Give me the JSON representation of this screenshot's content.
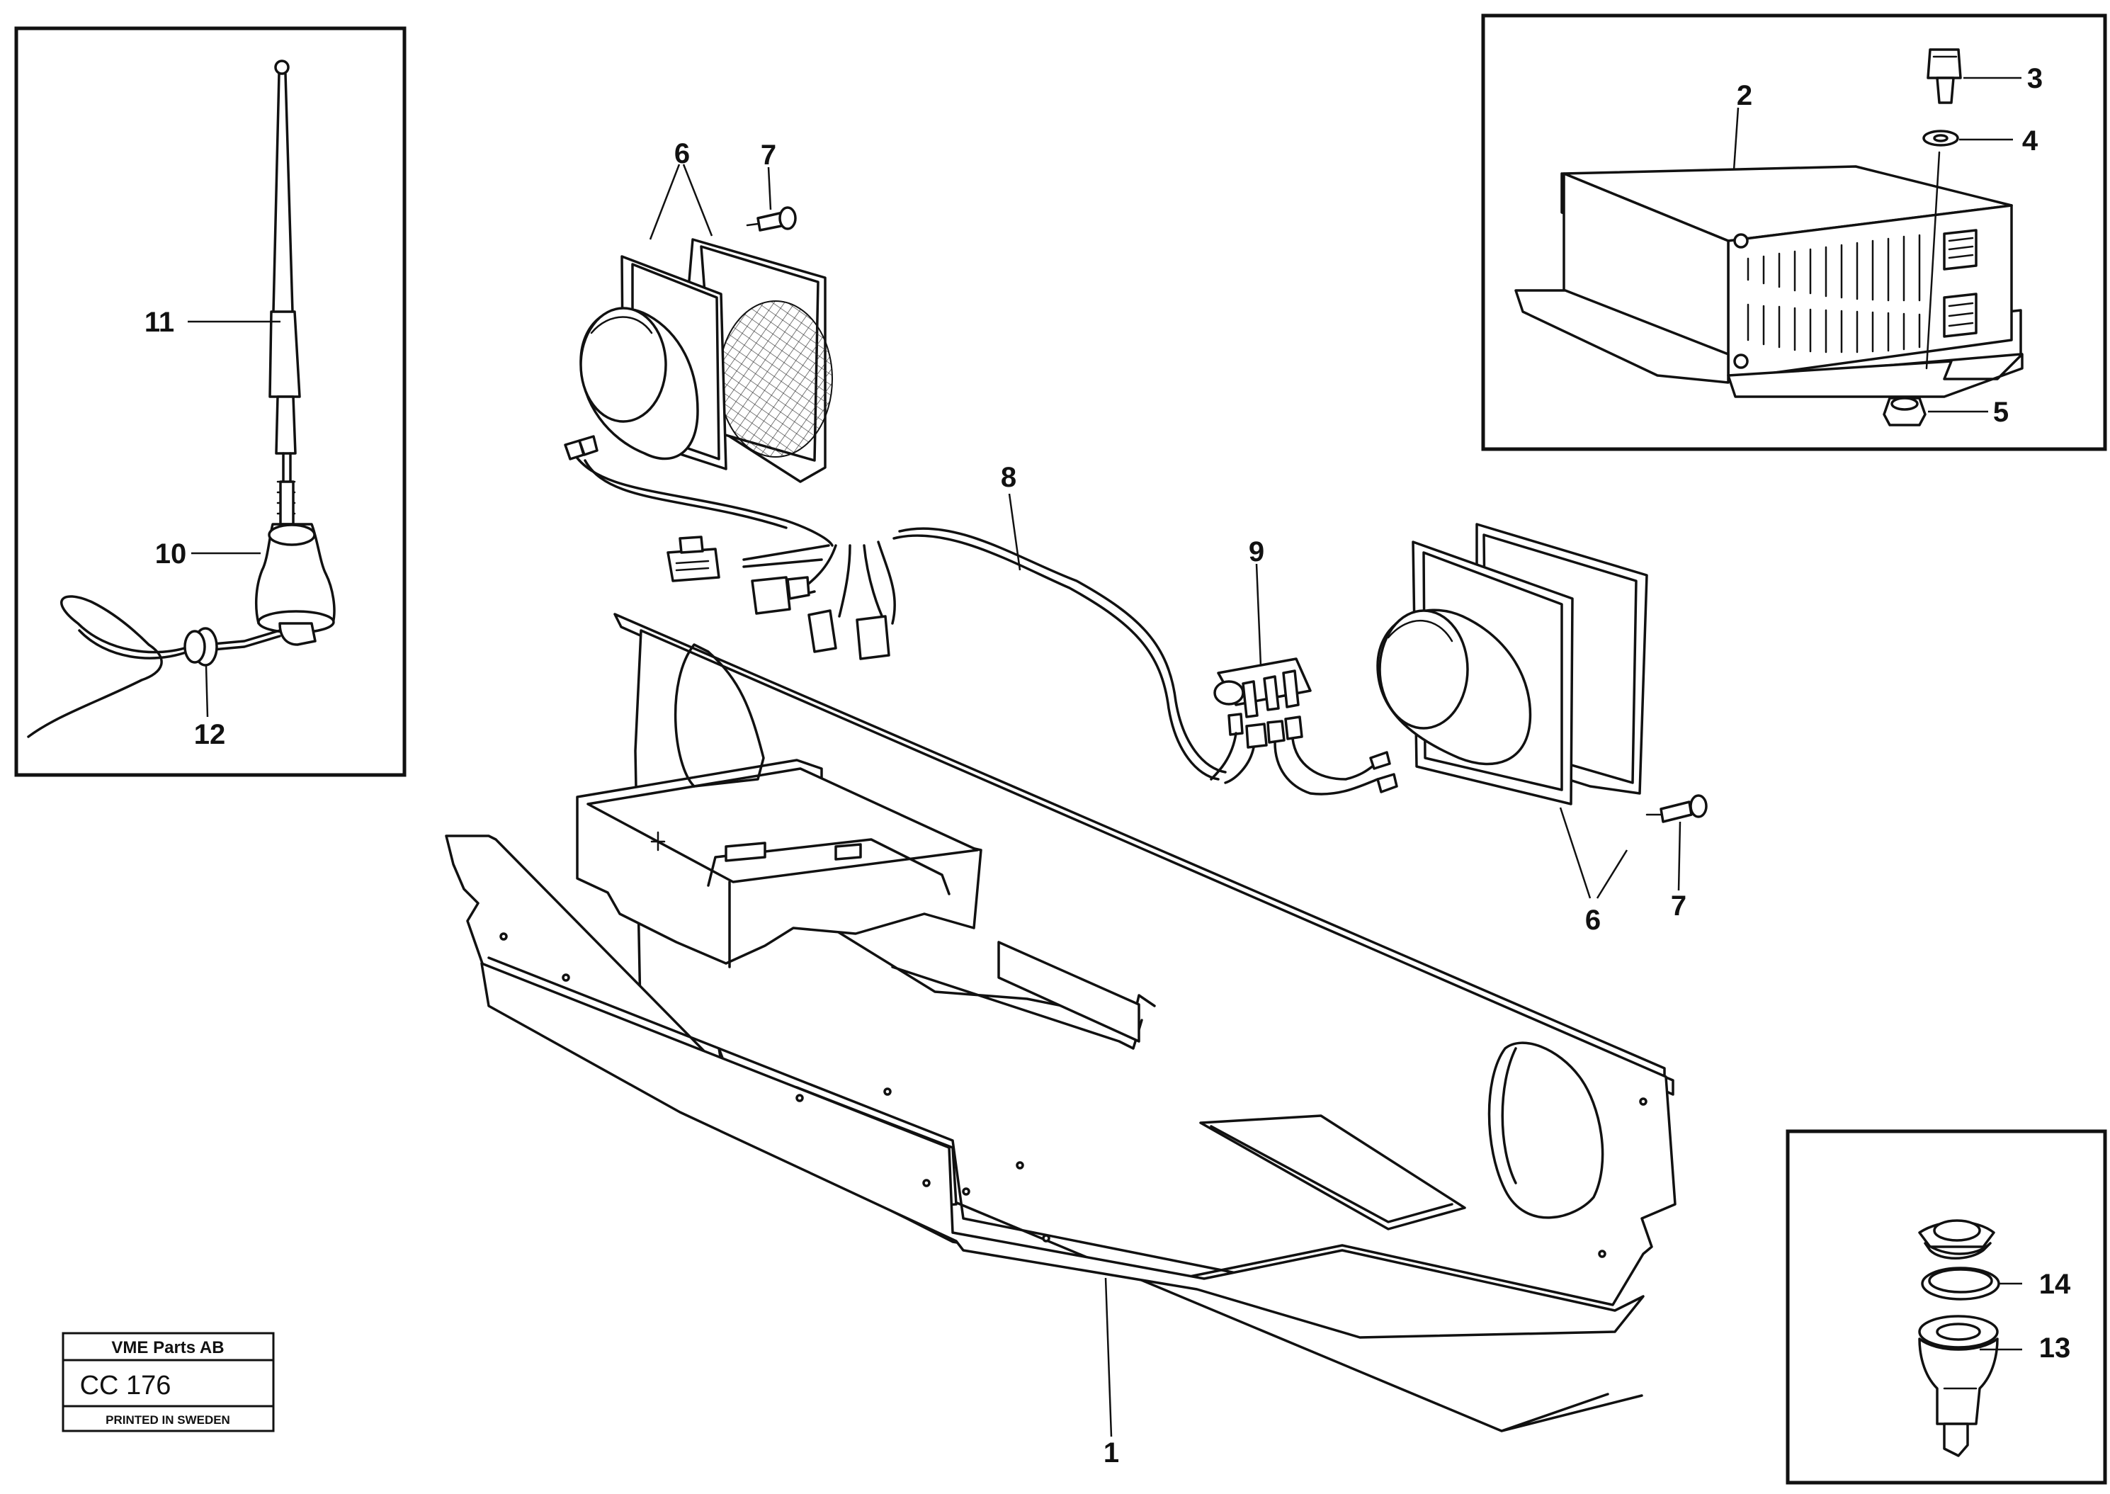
{
  "callouts": {
    "c1": "1",
    "c2": "2",
    "c3": "3",
    "c4": "4",
    "c5": "5",
    "c6a": "6",
    "c6b": "6",
    "c7a": "7",
    "c7b": "7",
    "c8": "8",
    "c9": "9",
    "c10": "10",
    "c11": "11",
    "c12": "12",
    "c13": "13",
    "c14": "14"
  },
  "stamp": {
    "company": "VME Parts AB",
    "code": "CC 176",
    "printed": "PRINTED IN SWEDEN"
  }
}
